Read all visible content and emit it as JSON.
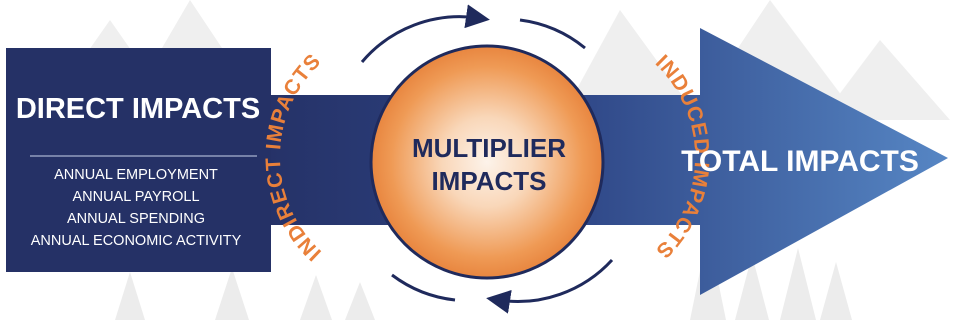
{
  "diagram": {
    "direct": {
      "title": "DIRECT IMPACTS",
      "items": [
        "ANNUAL EMPLOYMENT",
        "ANNUAL PAYROLL",
        "ANNUAL SPENDING",
        "ANNUAL ECONOMIC ACTIVITY"
      ]
    },
    "multiplier": {
      "line1": "MULTIPLIER",
      "line2": "IMPACTS"
    },
    "indirect_label": "INDIRECT IMPACTS",
    "induced_label": "INDUCED IMPACTS",
    "total_label": "TOTAL IMPACTS"
  },
  "colors": {
    "navy": "#253166",
    "blue_light": "#4f79b5",
    "orange": "#e9803a",
    "circle_center": "#fdf1e6",
    "text_on_dark": "#ffffff",
    "circle_text": "#1f2a5c",
    "background_art": "#ececec"
  }
}
